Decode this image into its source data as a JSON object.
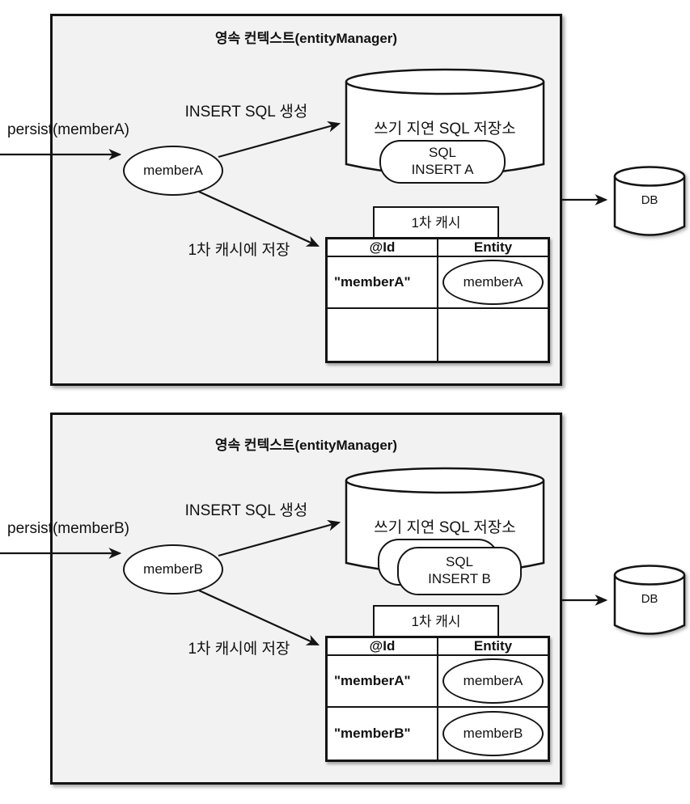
{
  "colors": {
    "panel_bg": "#f2f2f2",
    "line": "#141414",
    "shape_bg": "#ffffff"
  },
  "panels": [
    {
      "title": "영속 컨텍스트(entityManager)",
      "persist_label": "persist(memberA)",
      "insert_sql_label": "INSERT SQL 생성",
      "member_label": "memberA",
      "store_title": "쓰기 지연 SQL 저장소",
      "sql_card": {
        "line1": "SQL",
        "line2": "INSERT A"
      },
      "cache_tab_label": "1차 캐시",
      "cache_save_label": "1차 캐시에 저장",
      "table": {
        "id_header": "@Id",
        "entity_header": "Entity",
        "rows": [
          {
            "id": "\"memberA\"",
            "entity": "memberA"
          },
          {
            "id": "",
            "entity": ""
          }
        ]
      },
      "db_label": "DB"
    },
    {
      "title": "영속 컨텍스트(entityManager)",
      "persist_label": "persist(memberB)",
      "insert_sql_label": "INSERT SQL 생성",
      "member_label": "memberB",
      "store_title": "쓰기 지연 SQL 저장소",
      "sql_card": {
        "line1": "SQL",
        "line2": "INSERT B"
      },
      "cache_tab_label": "1차 캐시",
      "cache_save_label": "1차 캐시에 저장",
      "table": {
        "id_header": "@Id",
        "entity_header": "Entity",
        "rows": [
          {
            "id": "\"memberA\"",
            "entity": "memberA"
          },
          {
            "id": "\"memberB\"",
            "entity": "memberB"
          }
        ]
      },
      "db_label": "DB"
    }
  ]
}
